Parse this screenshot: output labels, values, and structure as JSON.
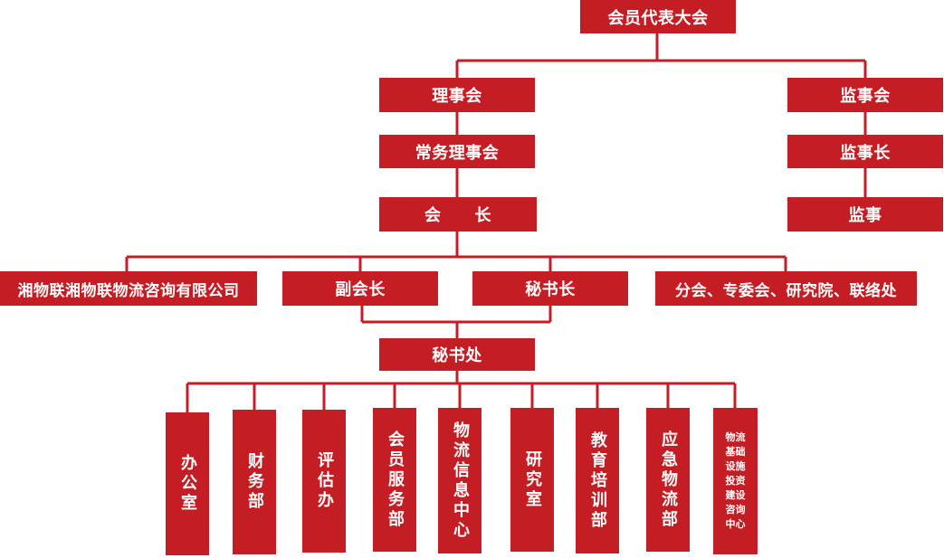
{
  "chart": {
    "top": "会员代表大会",
    "council": "理事会",
    "standing_council": "常务理事会",
    "president": "会　　长",
    "supervisory_board": "监事会",
    "chief_supervisor": "监事长",
    "supervisor": "监事",
    "consulting_company": "湘物联湘物联物流咨询有限公司",
    "vice_president": "副会长",
    "secretary_general": "秘书长",
    "branches": "分会、专委会、研究院、联络处",
    "secretariat": "秘书处",
    "departments": [
      "办公室",
      "财务部",
      "评估办",
      "会员服务部",
      "物流信息中心",
      "研究室",
      "教育培训部",
      "应急物流部",
      "物流基础设施投资建设咨询中心"
    ]
  },
  "colors": {
    "accent": "#c51d24",
    "text": "#ffffff",
    "background": "#ffffff"
  }
}
